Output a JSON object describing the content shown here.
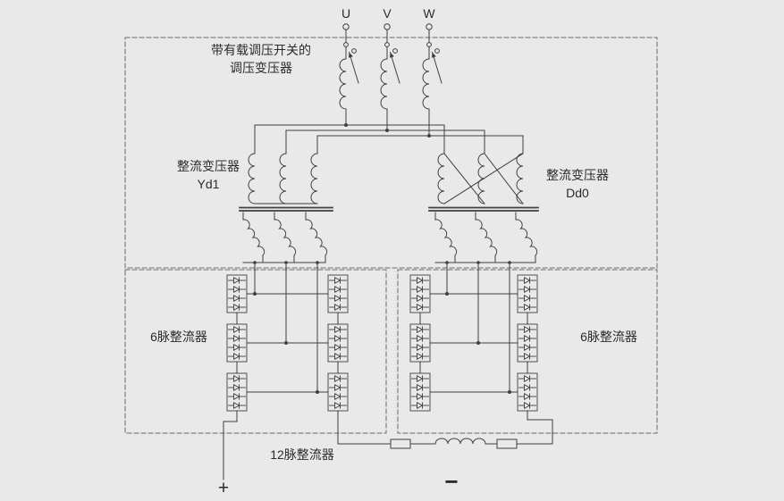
{
  "colors": {
    "background": "#e9e9e9",
    "line": "#3f3f3f",
    "dashed_box": "#6a6a6a",
    "text": "#2b2b2b"
  },
  "phases": [
    {
      "label": "U"
    },
    {
      "label": "V"
    },
    {
      "label": "W"
    }
  ],
  "regulating_transformer": {
    "line1": "带有载调压开关的",
    "line2": "调压变压器"
  },
  "transformers": {
    "left": {
      "name": "整流变压器",
      "vector_group": "Yd1"
    },
    "right": {
      "name": "整流变压器",
      "vector_group": "Dd0"
    }
  },
  "rectifiers": {
    "left_six_pulse": "6脉整流器",
    "right_six_pulse": "6脉整流器",
    "twelve_pulse": "12脉整流器"
  },
  "terminals": {
    "positive": "+",
    "negative": "−"
  }
}
